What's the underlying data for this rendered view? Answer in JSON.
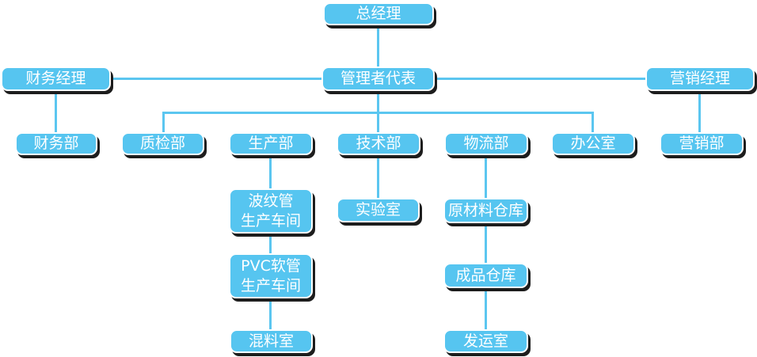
{
  "colors": {
    "node_fill": "#56C5F0",
    "connector": "#5BC6F0",
    "shadow": "#1D1D1D",
    "text": "#FFFFFF",
    "canvas_bg": "#FFFFFF"
  },
  "nodes": {
    "general_manager": {
      "label": "总经理"
    },
    "management_representative": {
      "label": "管理者代表"
    },
    "finance_manager": {
      "label": "财务经理"
    },
    "marketing_manager": {
      "label": "营销经理"
    },
    "finance_dept": {
      "label": "财务部"
    },
    "quality_dept": {
      "label": "质检部"
    },
    "production_dept": {
      "label": "生产部"
    },
    "technical_dept": {
      "label": "技术部"
    },
    "logistics_dept": {
      "label": "物流部"
    },
    "office": {
      "label": "办公室"
    },
    "marketing_dept": {
      "label": "营销部"
    },
    "corrugated_workshop": {
      "label": "波纹管\n生产车间"
    },
    "laboratory": {
      "label": "实验室"
    },
    "raw_material_warehouse": {
      "label": "原材料仓库"
    },
    "pvc_workshop": {
      "label": "PVC软管\n生产车间"
    },
    "finished_goods_warehouse": {
      "label": "成品仓库"
    },
    "mixing_room": {
      "label": "混料室"
    },
    "shipping_room": {
      "label": "发运室"
    }
  },
  "edges": [
    {
      "from": "general_manager",
      "to": "management_representative"
    },
    {
      "from": "management_representative",
      "to": "finance_manager"
    },
    {
      "from": "management_representative",
      "to": "marketing_manager"
    },
    {
      "from": "management_representative",
      "to": "quality_dept"
    },
    {
      "from": "management_representative",
      "to": "technical_dept"
    },
    {
      "from": "management_representative",
      "to": "office"
    },
    {
      "from": "finance_manager",
      "to": "finance_dept"
    },
    {
      "from": "marketing_manager",
      "to": "marketing_dept"
    },
    {
      "from": "production_dept",
      "to": "corrugated_workshop"
    },
    {
      "from": "corrugated_workshop",
      "to": "pvc_workshop"
    },
    {
      "from": "pvc_workshop",
      "to": "mixing_room"
    },
    {
      "from": "technical_dept",
      "to": "laboratory"
    },
    {
      "from": "logistics_dept",
      "to": "raw_material_warehouse"
    },
    {
      "from": "raw_material_warehouse",
      "to": "finished_goods_warehouse"
    },
    {
      "from": "finished_goods_warehouse",
      "to": "shipping_room"
    }
  ]
}
